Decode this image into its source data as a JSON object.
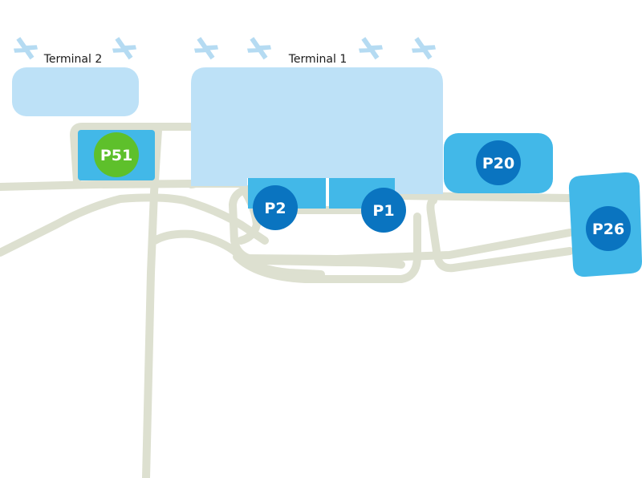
{
  "map": {
    "colors": {
      "background": "#ffffff",
      "road": "#dde0d0",
      "terminal": "#bde1f7",
      "parking_area": "#42b8e8",
      "parking_badge": "#0a74c0",
      "parking_badge_highlight": "#5ec02b",
      "plane_icon": "#b5dbf2"
    },
    "terminals": [
      {
        "id": "terminal-2",
        "label": "Terminal 2",
        "plane_icons": 2
      },
      {
        "id": "terminal-1",
        "label": "Terminal 1",
        "plane_icons": 4
      }
    ],
    "parkings": [
      {
        "id": "P51",
        "label": "P51",
        "highlighted": true
      },
      {
        "id": "P2",
        "label": "P2",
        "highlighted": false
      },
      {
        "id": "P1",
        "label": "P1",
        "highlighted": false
      },
      {
        "id": "P20",
        "label": "P20",
        "highlighted": false
      },
      {
        "id": "P26",
        "label": "P26",
        "highlighted": false
      }
    ]
  }
}
